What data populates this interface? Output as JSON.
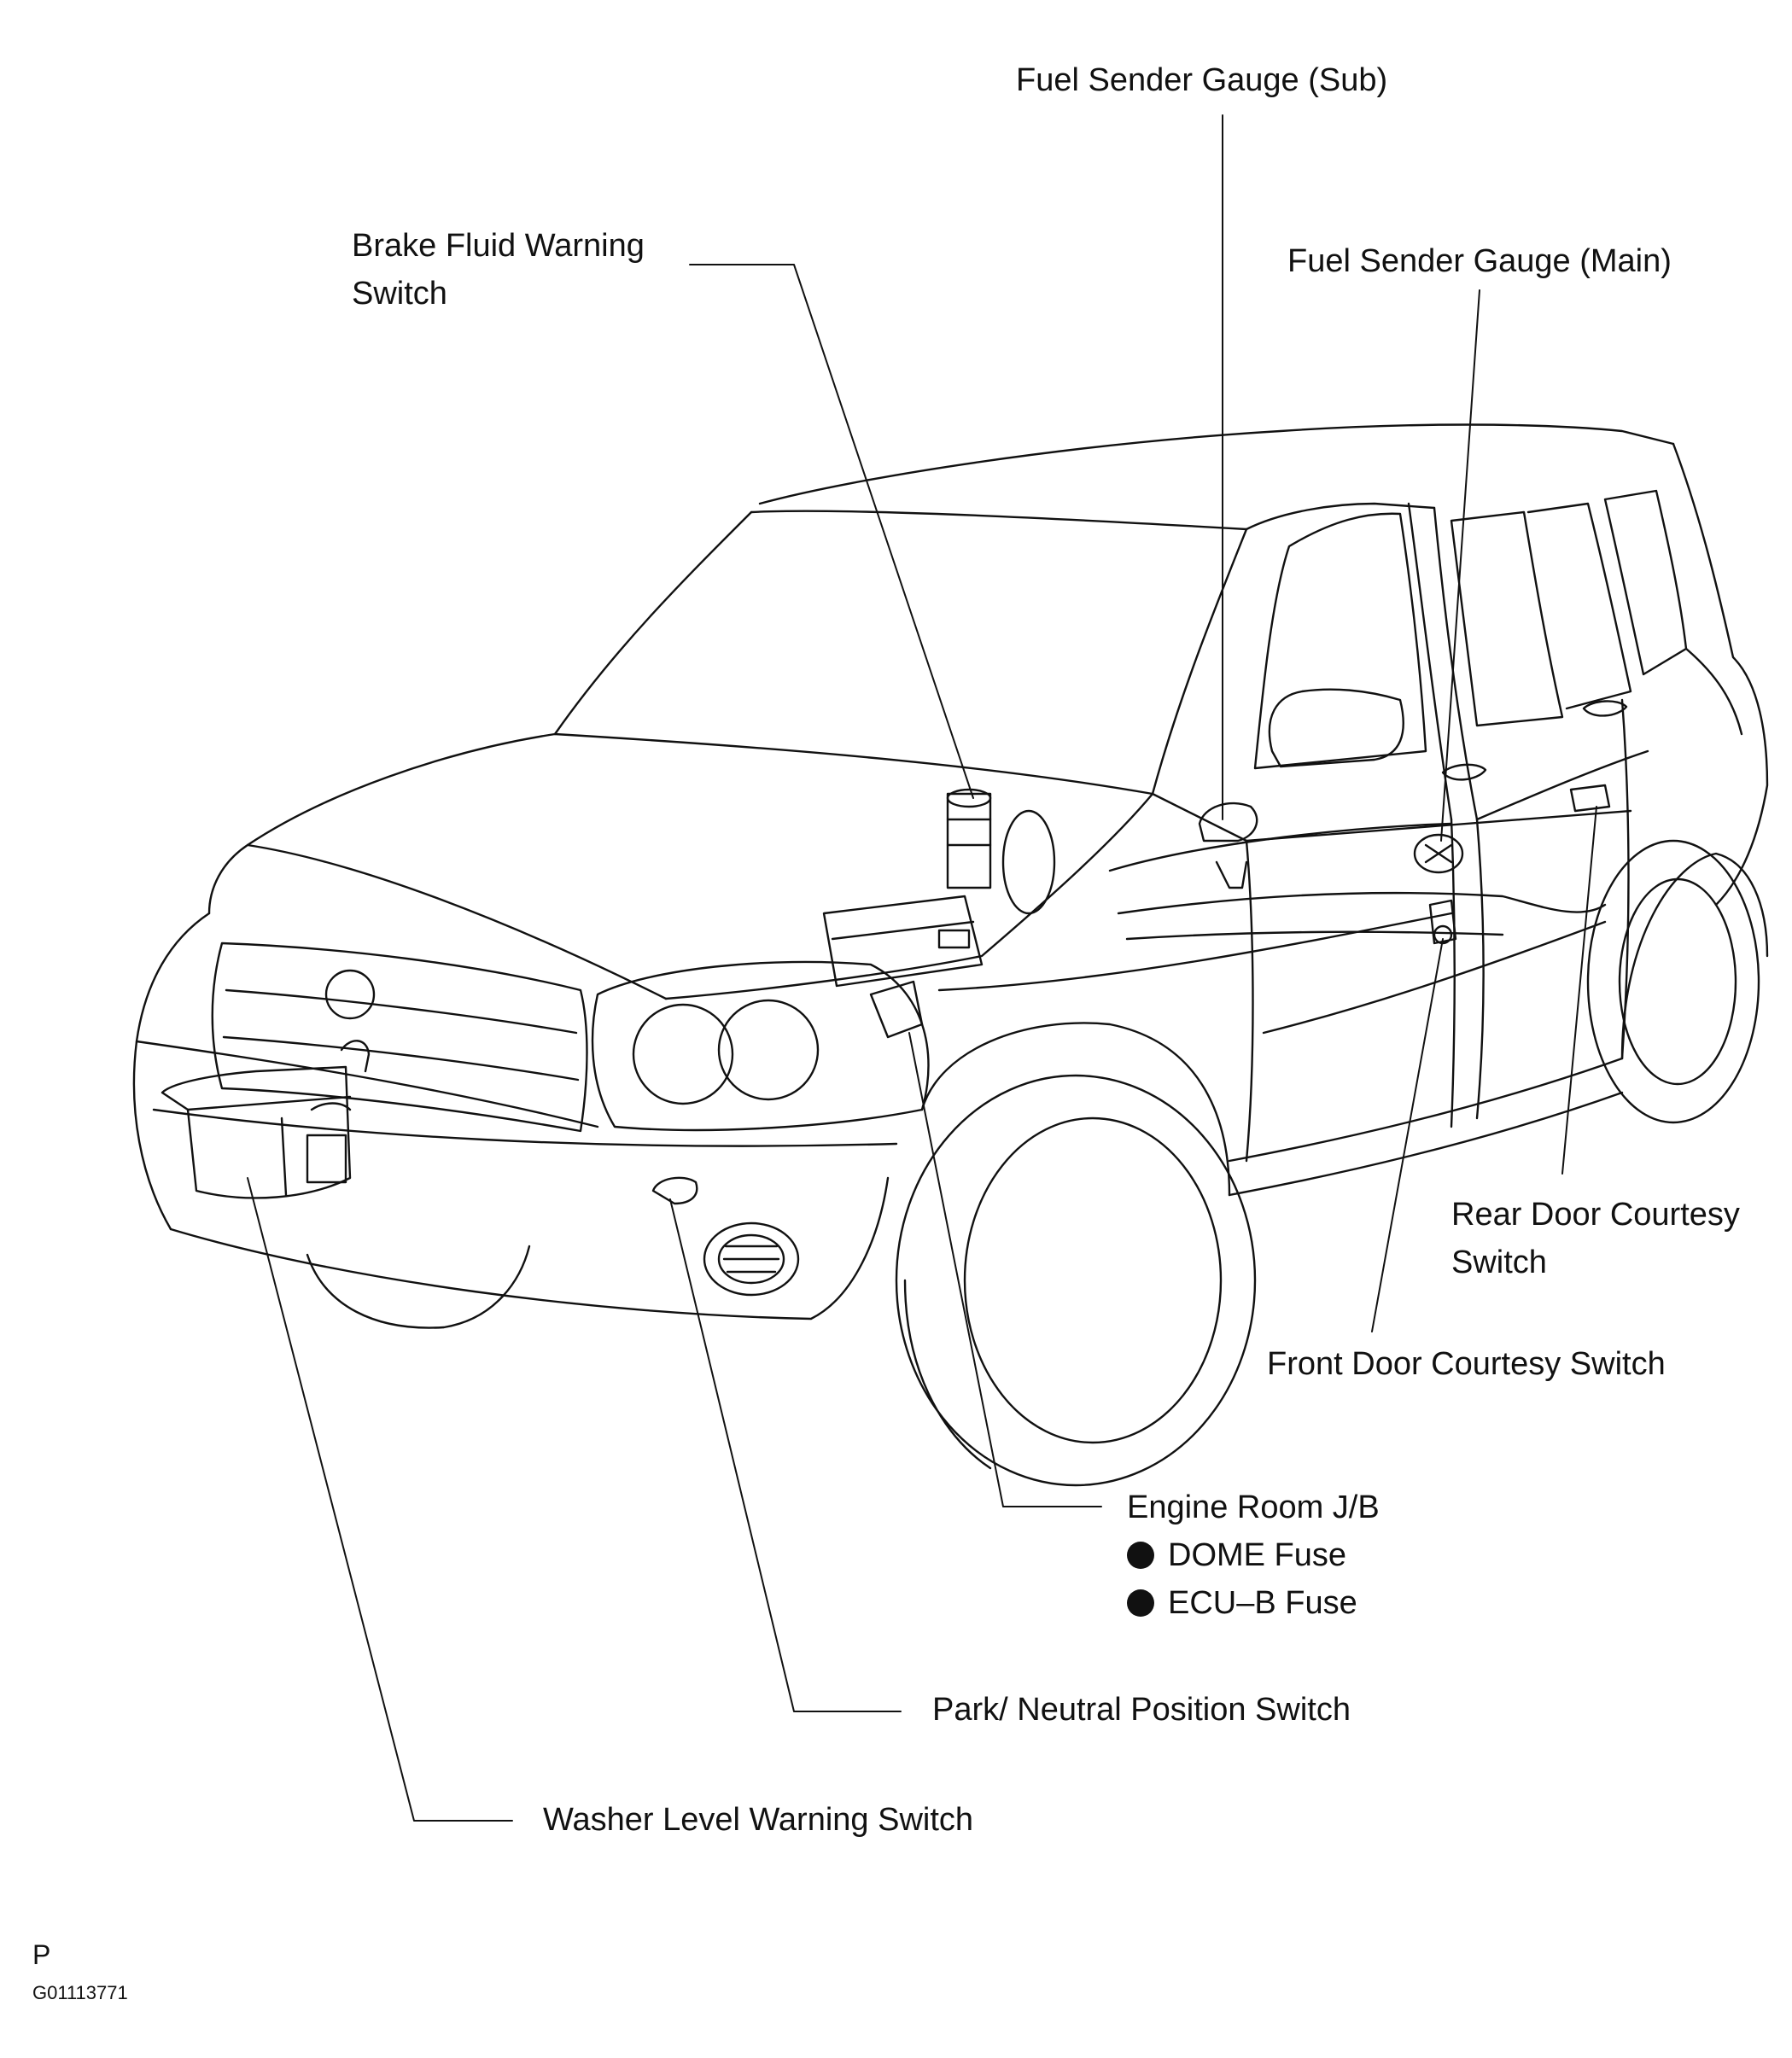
{
  "labels": {
    "fuel_sender_sub": "Fuel Sender Gauge (Sub)",
    "brake_fluid_line1": "Brake Fluid Warning",
    "brake_fluid_line2": "Switch",
    "fuel_sender_main": "Fuel Sender Gauge (Main)",
    "rear_door_line1": "Rear Door Courtesy",
    "rear_door_line2": "Switch",
    "front_door": "Front Door Courtesy Switch",
    "engine_room": "Engine Room J/B",
    "dome_fuse": "DOME Fuse",
    "ecu_b_fuse": "ECU–B Fuse",
    "park_neutral": "Park/ Neutral Position Switch",
    "washer_level": "Washer Level Warning Switch"
  },
  "footer": {
    "code_letter": "P",
    "figure_id": "G01113771"
  }
}
